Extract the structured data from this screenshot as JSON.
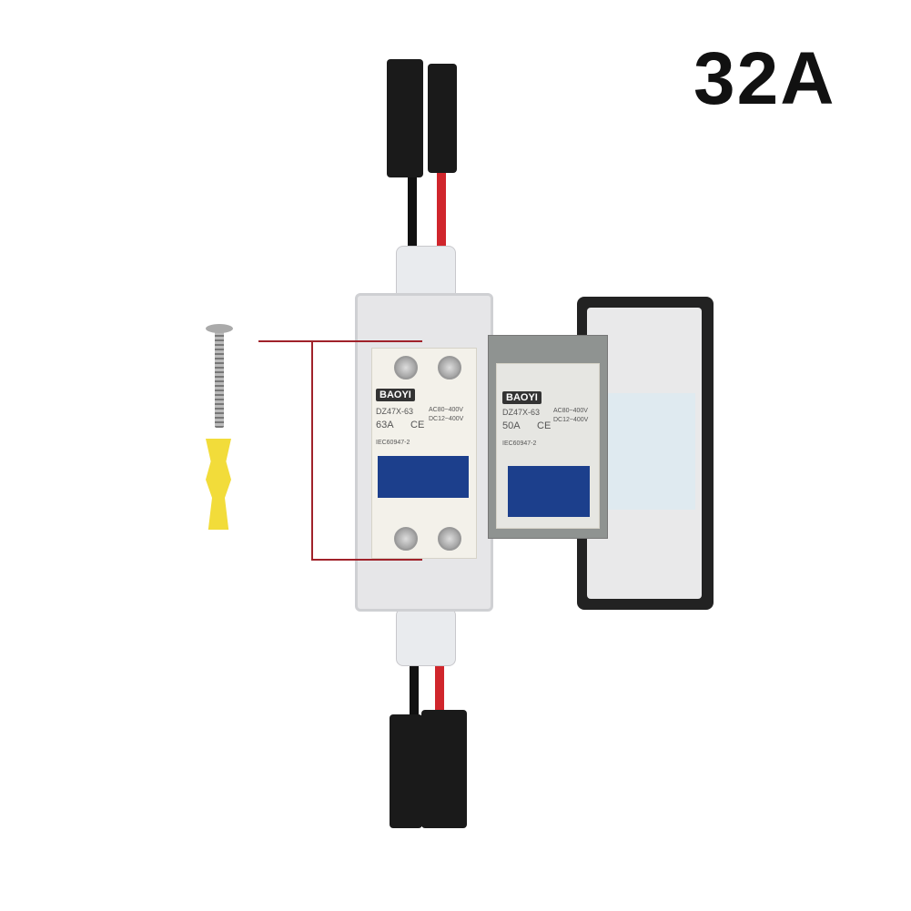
{
  "badge": {
    "text": "32A"
  },
  "breaker_left": {
    "brand": "BAOYI",
    "model": "DZ47X-63",
    "rating": "63A",
    "ac": "AC80~400V",
    "dc": "DC12~400V",
    "std": "IEC60947-2",
    "ce": "CE"
  },
  "breaker_right": {
    "brand": "BAOYI",
    "model": "DZ47X-63",
    "rating": "50A",
    "ac": "AC80~400V",
    "dc": "DC12~400V",
    "std": "IEC60947-2",
    "ce": "CE"
  },
  "colors": {
    "wire_red": "#d0262c",
    "wire_black": "#111111",
    "switch_blue": "#1c3f8c",
    "anchor_yellow": "#f2dc3a"
  }
}
